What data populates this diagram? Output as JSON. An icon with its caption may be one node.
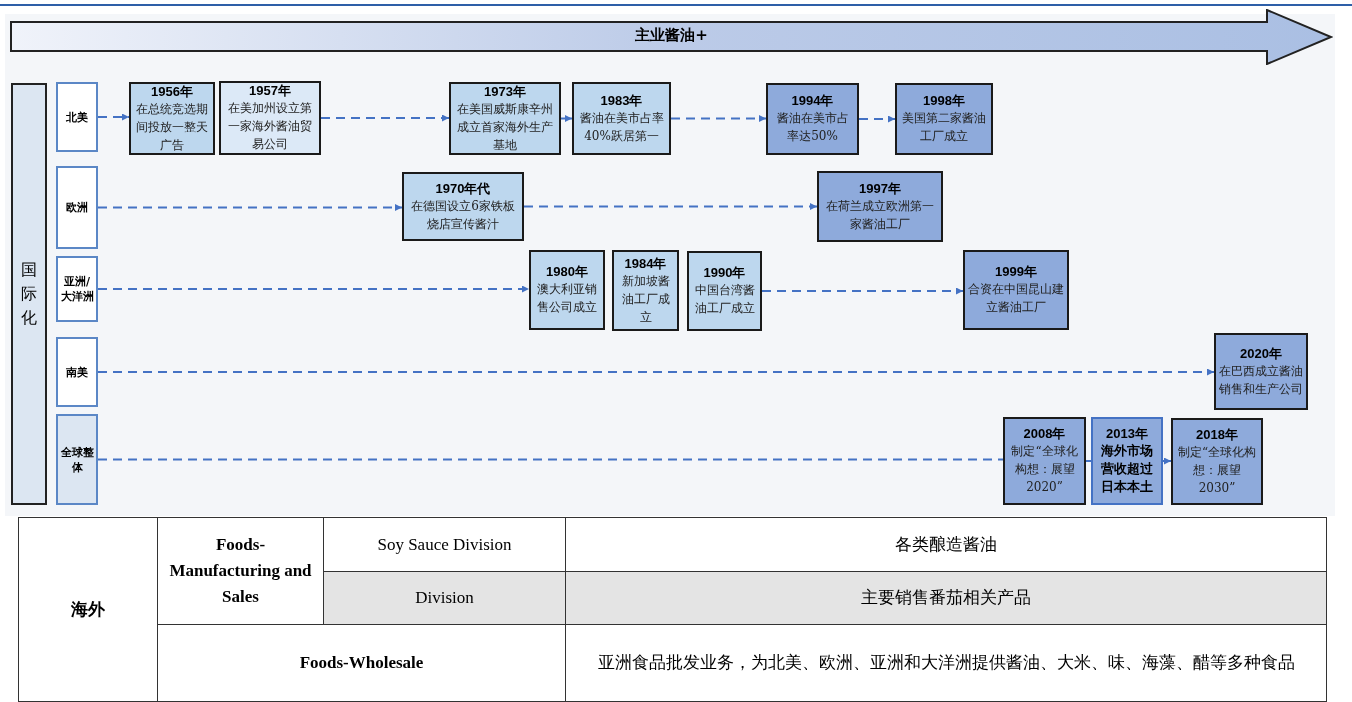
{
  "diagram": {
    "nodes": [
      {
        "text": [
          "主业酱油+"
        ]
      },
      {
        "text": [
          "国际化"
        ]
      },
      {
        "text": [
          "北美"
        ]
      },
      {
        "text": [
          "欧洲"
        ]
      },
      {
        "text": [
          "亚洲/大洋洲"
        ]
      },
      {
        "text": [
          "南美"
        ]
      },
      {
        "text": [
          "全球整体"
        ]
      },
      {
        "text": [
          "1956年",
          "在总统竞选期间投放一整天广告"
        ]
      },
      {
        "text": [
          "1957年",
          "在美加州设立第一家海外酱油贸易公司"
        ]
      },
      {
        "text": [
          "1973年",
          "在美国威斯康辛州成立首家海外生产基地"
        ]
      },
      {
        "text": [
          "1983年",
          "酱油在美市占率40%跃居第一"
        ]
      },
      {
        "text": [
          "1994年",
          "酱油在美市占率达50%"
        ]
      },
      {
        "text": [
          "1998年",
          "美国第二家酱油工厂成立"
        ]
      },
      {
        "text": [
          "1970年代",
          "在德国设立6家铁板烧店宣传酱汁"
        ]
      },
      {
        "text": [
          "1997年",
          "在荷兰成立欧洲第一家酱油工厂"
        ]
      },
      {
        "text": [
          "1980年",
          "澳大利亚销售公司成立"
        ]
      },
      {
        "text": [
          "1984年",
          "新加坡酱油工厂成立"
        ]
      },
      {
        "text": [
          "1990年",
          "中国台湾酱油工厂成立"
        ]
      },
      {
        "text": [
          "1999年",
          "合资在中国昆山建立酱油工厂"
        ]
      },
      {
        "text": [
          "2020年",
          "在巴西成立酱油销售和生产公司"
        ]
      },
      {
        "text": [
          "2008年",
          "制定“全球化构想：展望2020”"
        ]
      },
      {
        "text": [
          "2013年",
          "海外市场营收超过日本本土"
        ]
      },
      {
        "text": [
          "2018年",
          "制定“全球化构想：展望2030”"
        ]
      }
    ],
    "edges": [
      {
        "from": 2,
        "to": 7,
        "arrow": "to",
        "style": "dashed"
      },
      {
        "from": 8,
        "to": 9,
        "arrow": "to",
        "style": "dashed"
      },
      {
        "from": 9,
        "to": 10,
        "arrow": "to"
      },
      {
        "from": 10,
        "to": 11,
        "arrow": "to",
        "style": "dashed"
      },
      {
        "from": 11,
        "to": 12,
        "arrow": "to",
        "style": "dashed"
      },
      {
        "from": 3,
        "to": 13,
        "arrow": "to",
        "style": "dashed"
      },
      {
        "from": 13,
        "to": 14,
        "arrow": "to",
        "style": "dashed"
      },
      {
        "from": 4,
        "to": 15,
        "arrow": "to",
        "style": "dashed"
      },
      {
        "from": 17,
        "to": 18,
        "arrow": "to",
        "style": "dashed"
      },
      {
        "from": 5,
        "to": 19,
        "arrow": "to",
        "style": "dashed"
      },
      {
        "from": 6,
        "to": 20,
        "arrow": "none",
        "style": "dashed"
      },
      {
        "from": 20,
        "to": 21,
        "arrow": "none"
      },
      {
        "from": 21,
        "to": 22,
        "arrow": "to"
      }
    ],
    "labels": [
      "海外",
      "Foods-Manufacturing and Sales",
      "Soy Sauce Division",
      "各类酿造酱油",
      "Division",
      "主要销售番茄相关产品",
      "Foods-Wholesale",
      "亚洲食品批发业务，为北美、欧洲、亚洲和大洋洲提供酱油、大米、味、海藻、醋等多种食品"
    ]
  }
}
